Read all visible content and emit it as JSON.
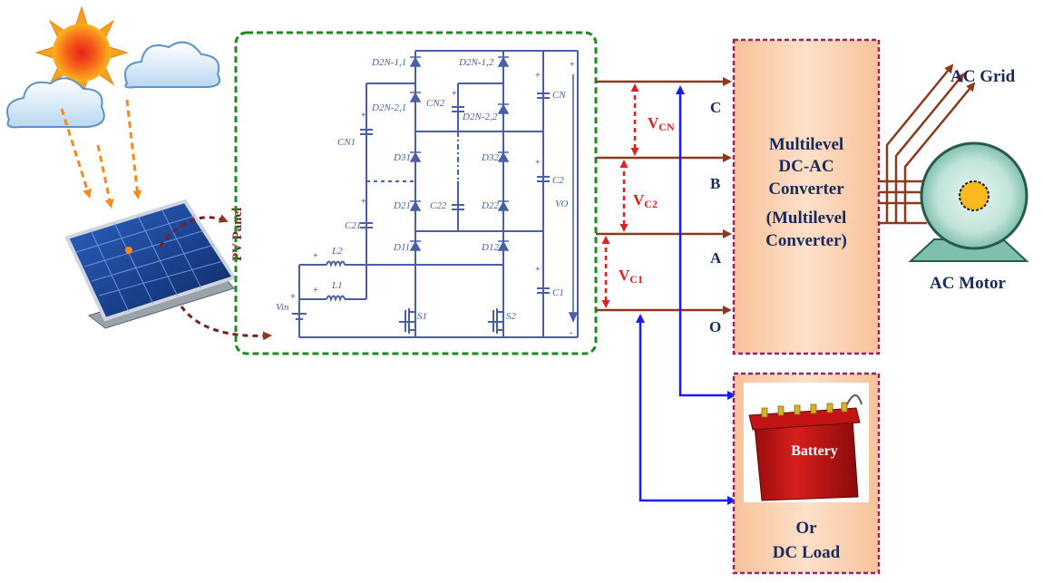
{
  "colors": {
    "circuit": "#4a5fa8",
    "power_line": "#8b3a1e",
    "signal_arrow": "#1a1aff",
    "voltage_label": "#e02020",
    "dashed_green": "#1f8a1f",
    "dashed_purple": "#8a2a6a",
    "box_fill": "#f7c9a6",
    "label_dark": "#1a2a5a",
    "sun_orange": "#f58a1f",
    "pv_label": "#7a1f1f"
  },
  "labels": {
    "pv_panel": "PV Panel",
    "ac_grid": "AC Grid",
    "ac_motor": "AC Motor",
    "battery": "Battery",
    "dc_load_line1": "Or",
    "dc_load_line2": "DC Load"
  },
  "converter": {
    "line1": "Multilevel",
    "line2": "DC-AC",
    "line3": "Converter",
    "line4": "(Multilevel",
    "line5": "Converter)"
  },
  "terminals": {
    "c": "C",
    "b": "B",
    "a": "A",
    "o": "O"
  },
  "voltages": {
    "vcn": {
      "main": "V",
      "sub": "CN"
    },
    "vc2": {
      "main": "V",
      "sub": "C2"
    },
    "vc1": {
      "main": "V",
      "sub": "C1"
    }
  },
  "circuit_labels": {
    "d2n11": "D2N-1,1",
    "d2n12": "D2N-1,2",
    "d2n21": "D2N-2,1",
    "d2n22": "D2N-2,2",
    "cn2": "CN2",
    "cn": "CN",
    "cn1": "CN1",
    "d31": "D31",
    "d32": "D32",
    "c2": "C2",
    "d21": "D21",
    "c22": "C22",
    "d22": "D22",
    "c21": "C21",
    "vo": "VO",
    "d11": "D11",
    "d12": "D12",
    "l2": "L2",
    "l1": "L1",
    "c1": "C1",
    "vin": "Vin",
    "s1": "S1",
    "s2": "S2"
  }
}
